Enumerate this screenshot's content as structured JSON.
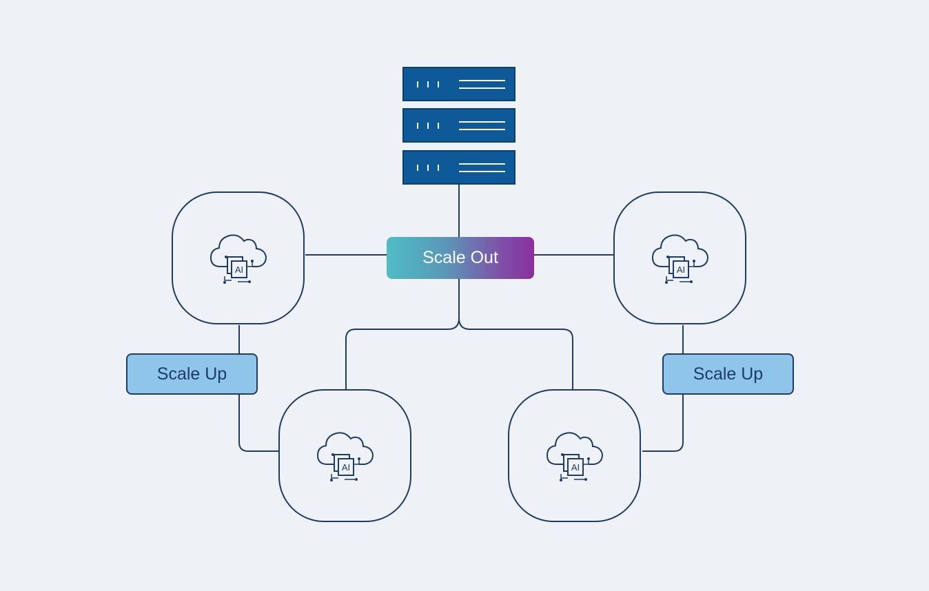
{
  "diagram": {
    "hub_label": "Scale Out",
    "scale_up_left_label": "Scale Up",
    "scale_up_right_label": "Scale Up",
    "node_badge_text": "AI"
  },
  "icons": {
    "server": "server-rack-icon",
    "node": "cloud-ai-icon"
  },
  "colors": {
    "background": "#eef2f7",
    "stroke": "#1d3b66",
    "server": "#0e5a98",
    "scale_up": "#8ec5e8",
    "hub_gradient_start": "#4fbcc4",
    "hub_gradient_end": "#8a2f9f"
  }
}
